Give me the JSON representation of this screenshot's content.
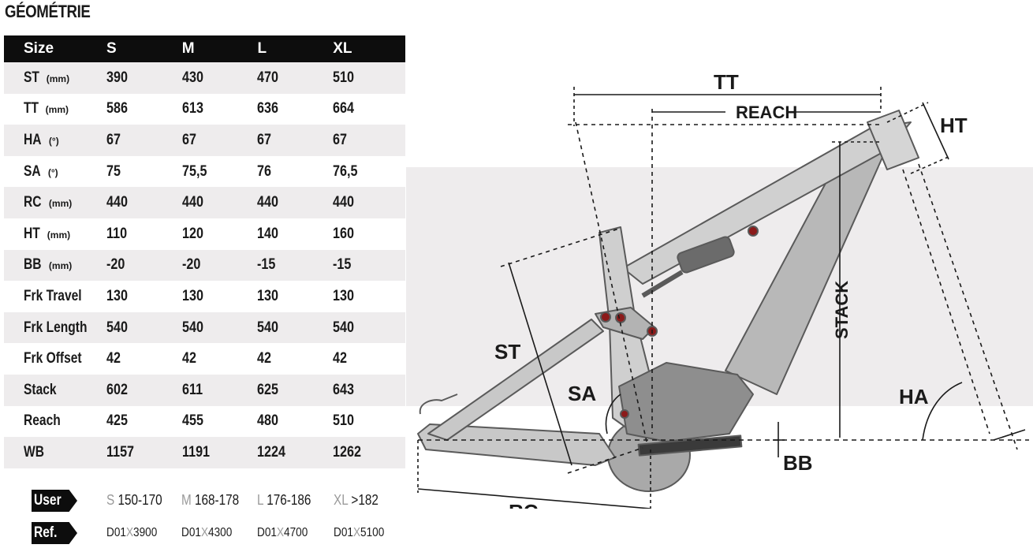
{
  "title": "GÉOMÉTRIE",
  "table": {
    "headers": [
      "Size",
      "S",
      "M",
      "L",
      "XL"
    ],
    "rows": [
      {
        "label": "ST",
        "unit": "(mm)",
        "values": [
          "390",
          "430",
          "470",
          "510"
        ]
      },
      {
        "label": "TT",
        "unit": "(mm)",
        "values": [
          "586",
          "613",
          "636",
          "664"
        ]
      },
      {
        "label": "HA",
        "unit": "(°)",
        "values": [
          "67",
          "67",
          "67",
          "67"
        ]
      },
      {
        "label": "SA",
        "unit": "(°)",
        "values": [
          "75",
          "75,5",
          "76",
          "76,5"
        ]
      },
      {
        "label": "RC",
        "unit": "(mm)",
        "values": [
          "440",
          "440",
          "440",
          "440"
        ]
      },
      {
        "label": "HT",
        "unit": "(mm)",
        "values": [
          "110",
          "120",
          "140",
          "160"
        ]
      },
      {
        "label": "BB",
        "unit": "(mm)",
        "values": [
          "-20",
          "-20",
          "-15",
          "-15"
        ]
      },
      {
        "label": "Frk Travel",
        "unit": "",
        "values": [
          "130",
          "130",
          "130",
          "130"
        ]
      },
      {
        "label": "Frk Length",
        "unit": "",
        "values": [
          "540",
          "540",
          "540",
          "540"
        ]
      },
      {
        "label": "Frk Offset",
        "unit": "",
        "values": [
          "42",
          "42",
          "42",
          "42"
        ]
      },
      {
        "label": "Stack",
        "unit": "",
        "values": [
          "602",
          "611",
          "625",
          "643"
        ]
      },
      {
        "label": "Reach",
        "unit": "",
        "values": [
          "425",
          "455",
          "480",
          "510"
        ]
      },
      {
        "label": "WB",
        "unit": "",
        "values": [
          "1157",
          "1191",
          "1224",
          "1262"
        ]
      }
    ]
  },
  "user": {
    "label": "User",
    "sizes": [
      {
        "size": "S",
        "range": "150-170"
      },
      {
        "size": "M",
        "range": "168-178"
      },
      {
        "size": "L",
        "range": "176-186"
      },
      {
        "size": "XL",
        "range": ">182"
      }
    ]
  },
  "ref": {
    "label": "Ref.",
    "codes": [
      {
        "pre": "D01",
        "x": "X",
        "post": "3900"
      },
      {
        "pre": "D01",
        "x": "X",
        "post": "4300"
      },
      {
        "pre": "D01",
        "x": "X",
        "post": "4700"
      },
      {
        "pre": "D01",
        "x": "X",
        "post": "5100"
      }
    ]
  },
  "diagram": {
    "labels": {
      "tt": "TT",
      "reach": "REACH",
      "ht": "HT",
      "st": "ST",
      "sa": "SA",
      "stack": "STACK",
      "ha": "HA",
      "bb": "BB",
      "rc": "RC"
    }
  }
}
